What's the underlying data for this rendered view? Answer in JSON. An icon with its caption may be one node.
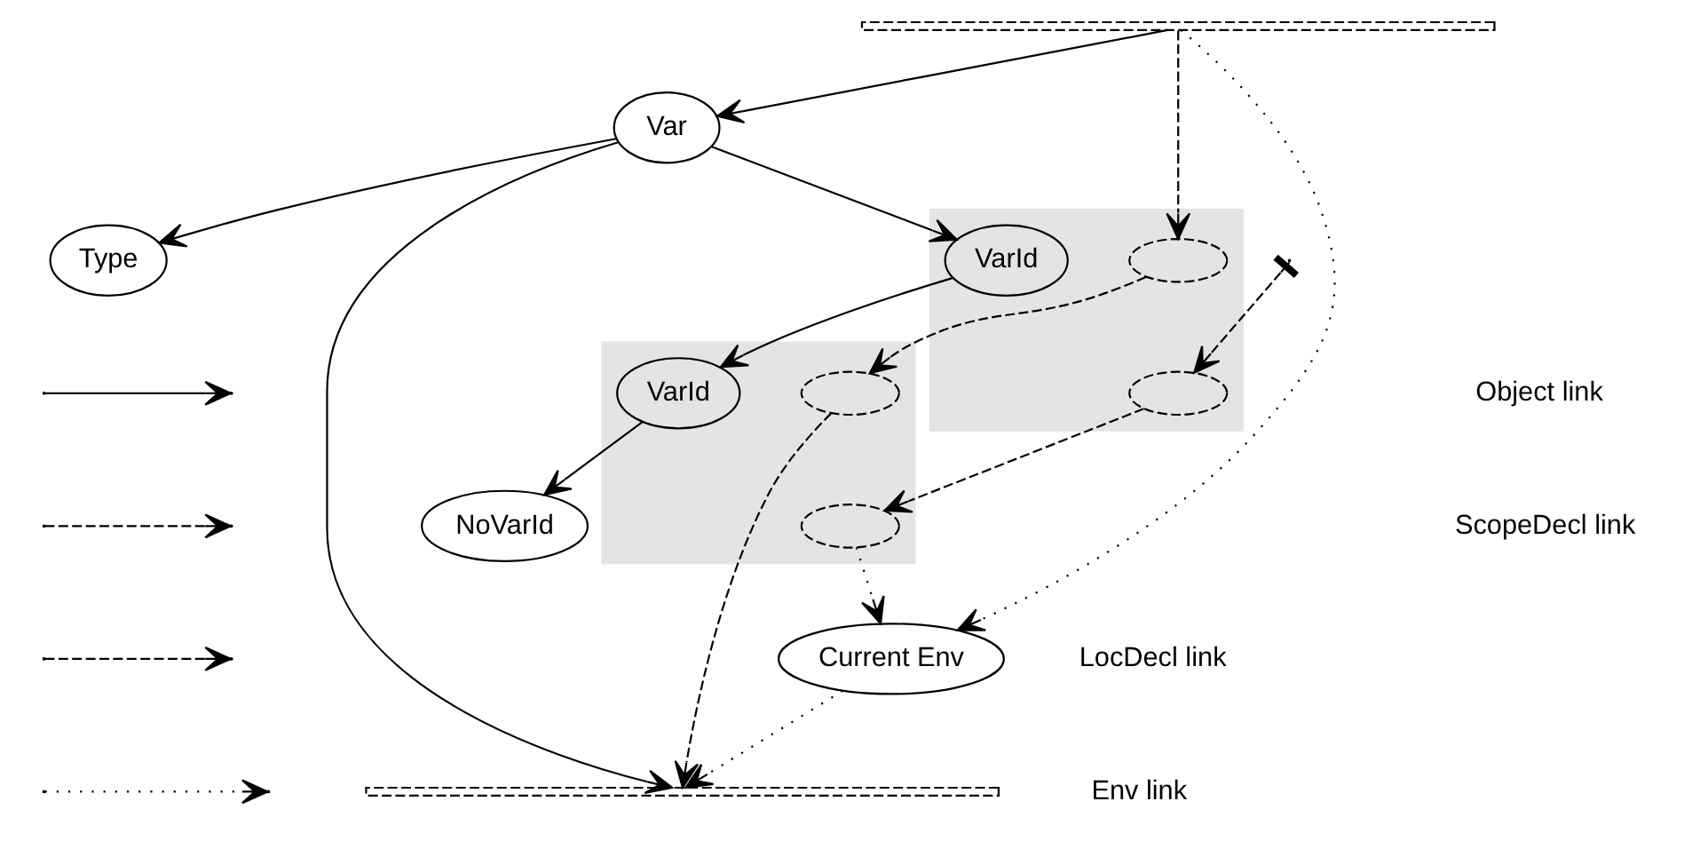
{
  "diagram": {
    "nodes": [
      {
        "text": [],
        "shape": "bar"
      },
      {
        "text": [],
        "shape": "box"
      },
      {
        "text": [],
        "shape": "circle",
        "in": 1
      },
      {
        "text": [],
        "shape": "circle",
        "in": 1
      },
      {
        "text": [
          "VarId"
        ],
        "in": 1
      },
      {
        "text": [],
        "shape": "box"
      },
      {
        "text": [],
        "shape": "circle",
        "in": 5
      },
      {
        "text": [],
        "shape": "circle",
        "in": 5
      },
      {
        "text": [
          "VarId"
        ],
        "in": 5
      },
      {
        "text": [
          "Var"
        ]
      },
      {
        "text": [
          "NoVarId"
        ]
      },
      {
        "text": [
          "Current Env"
        ]
      },
      {
        "text": [
          "Type"
        ]
      },
      {
        "text": [],
        "shape": "bar"
      }
    ],
    "edges": [
      {
        "from": 0,
        "to": 9,
        "arrow": "to"
      },
      {
        "from": 0,
        "to": 2,
        "arrow": "to",
        "style": "dashed"
      },
      {
        "from": null,
        "to": 3,
        "arrow": "to",
        "style": "dashed"
      },
      {
        "from": 0,
        "to": 11,
        "arrow": "to",
        "style": "dashed"
      },
      {
        "from": 2,
        "to": 6,
        "arrow": "to",
        "style": "dashed"
      },
      {
        "from": 3,
        "to": 7,
        "arrow": "to",
        "style": "dashed"
      },
      {
        "from": 9,
        "to": 4,
        "arrow": "to"
      },
      {
        "from": 4,
        "to": 8,
        "arrow": "to"
      },
      {
        "from": 8,
        "to": 10,
        "arrow": "to"
      },
      {
        "from": 6,
        "to": 13,
        "arrow": "to",
        "style": "dashed"
      },
      {
        "from": 7,
        "to": 11,
        "arrow": "to",
        "style": "dashed"
      },
      {
        "from": 9,
        "to": 12,
        "arrow": "to"
      },
      {
        "from": 9,
        "to": 13,
        "arrow": "to"
      },
      {
        "from": 11,
        "to": 13,
        "arrow": "to",
        "style": "dashed"
      }
    ],
    "legend": [
      {
        "text": "Object link"
      },
      {
        "text": "ScopeDecl link"
      },
      {
        "text": "LocDecl link"
      },
      {
        "text": "Env link"
      }
    ]
  }
}
